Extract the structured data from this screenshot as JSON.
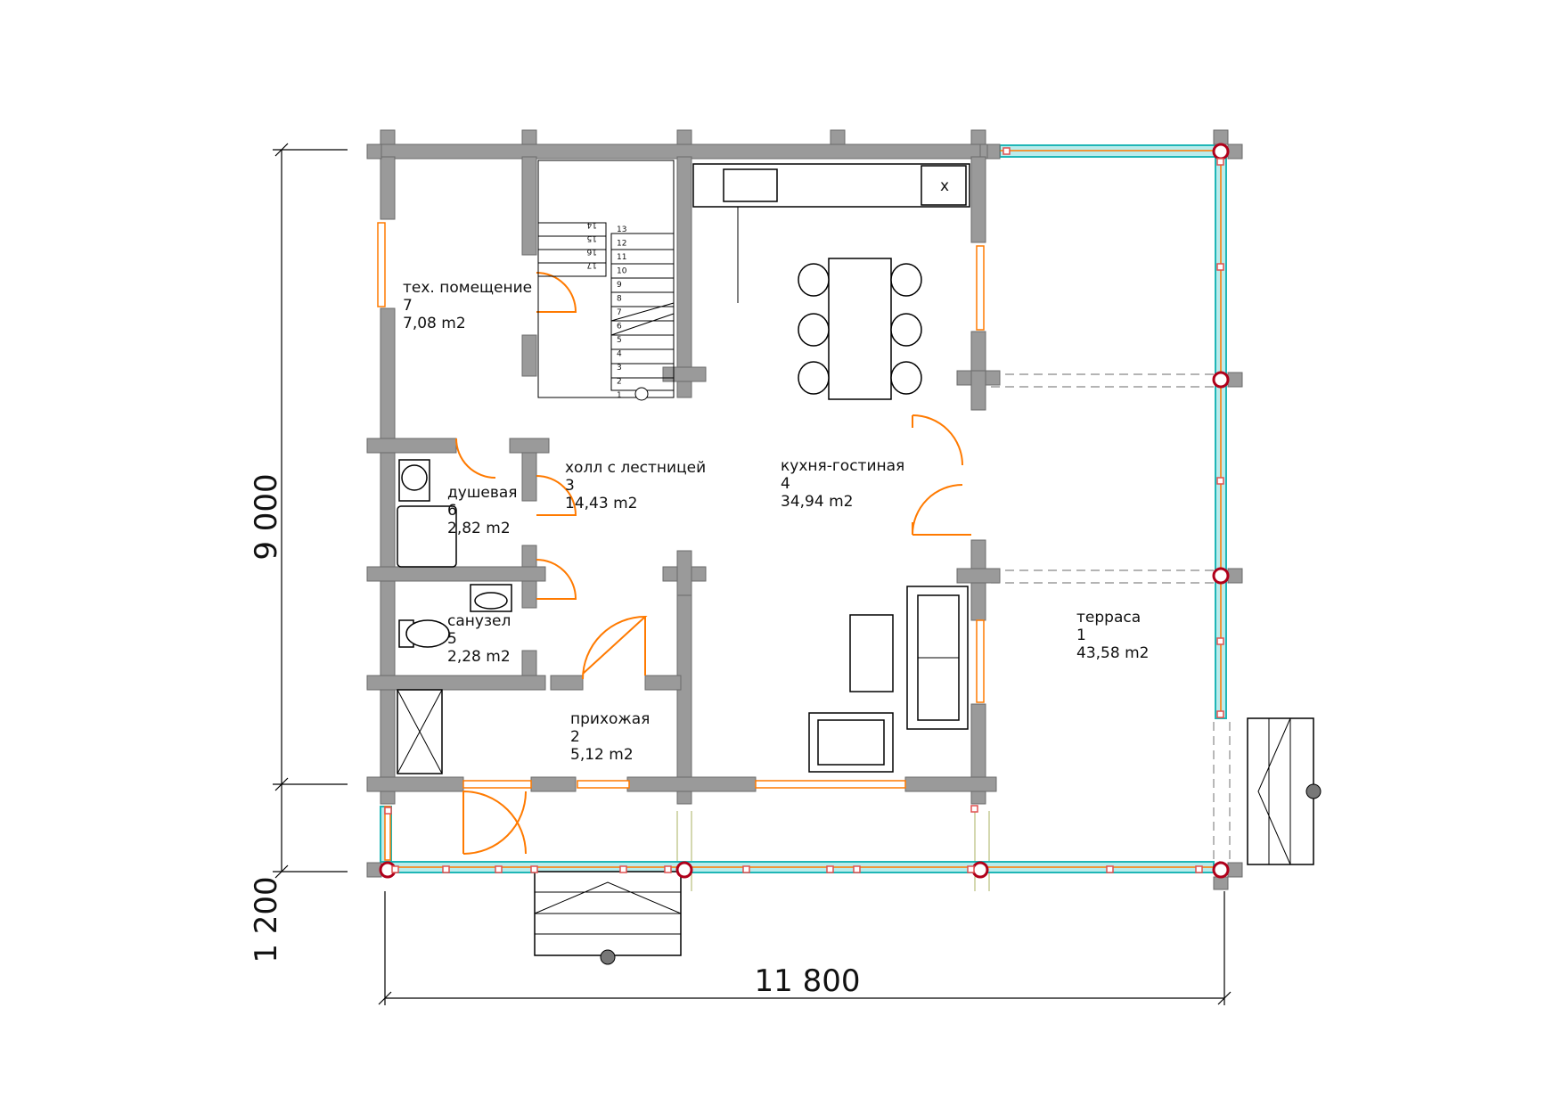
{
  "dimensions": {
    "height_main": "9 000",
    "height_porch": "1 200",
    "width_total": "11 800"
  },
  "rooms": [
    {
      "name": "терраса",
      "number": "1",
      "area": "43,58 m2"
    },
    {
      "name": "прихожая",
      "number": "2",
      "area": "5,12 m2"
    },
    {
      "name": "холл с лестницей",
      "number": "3",
      "area": "14,43 m2"
    },
    {
      "name": "кухня-гостиная",
      "number": "4",
      "area": "34,94 m2"
    },
    {
      "name": "санузел",
      "number": "5",
      "area": "2,28 m2"
    },
    {
      "name": "душевая",
      "number": "6",
      "area": "2,82 m2"
    },
    {
      "name": "тех. помещение",
      "number": "7",
      "area": "7,08 m2"
    }
  ],
  "stairs": {
    "lower_flight_numbers": [
      "1",
      "2",
      "3",
      "4",
      "5",
      "6",
      "7",
      "8",
      "9",
      "10",
      "11",
      "12",
      "13"
    ],
    "upper_flight_numbers": [
      "14",
      "15",
      "16",
      "17"
    ]
  },
  "stove_mark": "x",
  "colors": {
    "wall": "#9a9a9a",
    "door": "#ff7a00",
    "railing": "#1fb6b6",
    "post": "#b0001a"
  }
}
